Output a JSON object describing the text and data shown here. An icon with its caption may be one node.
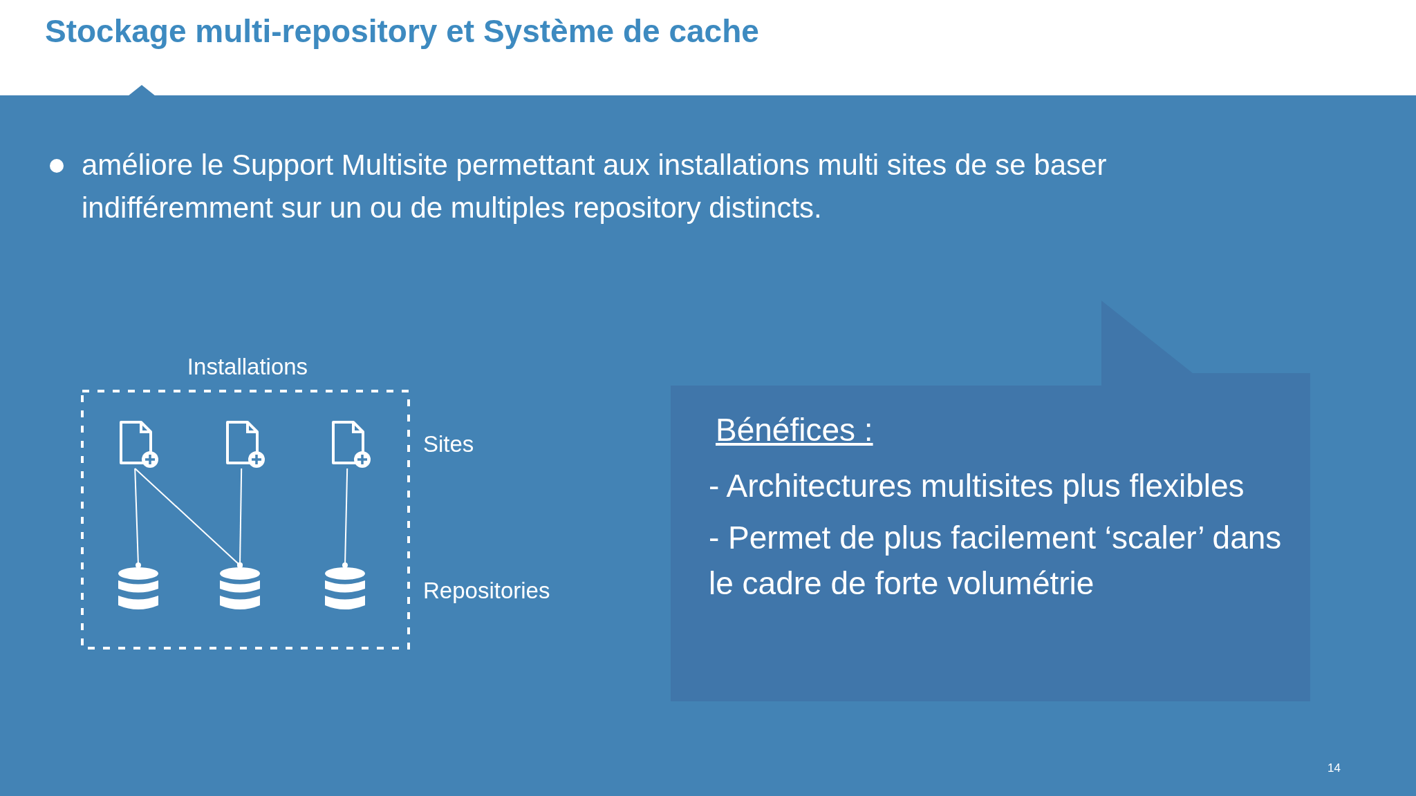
{
  "diagram": {
    "title": "Stockage multi-repository et Système de cache",
    "nodes": [
      {
        "text": [
          "Installations"
        ]
      },
      {
        "text": [],
        "shape": "document",
        "in": 0
      },
      {
        "text": [],
        "shape": "document",
        "in": 0
      },
      {
        "text": [],
        "shape": "document",
        "in": 0
      },
      {
        "text": [],
        "shape": "cylinder",
        "in": 0
      },
      {
        "text": [],
        "shape": "cylinder",
        "in": 0
      },
      {
        "text": [],
        "shape": "cylinder",
        "in": 0
      },
      {
        "text": [
          "Bénéfices :",
          "- Architectures multisites plus flexibles",
          "- Permet de plus facilement ‘scaler’ dans le cadre de forte volumétrie"
        ]
      }
    ],
    "edges": [
      {
        "from": 1,
        "to": 4,
        "arrow": "other"
      },
      {
        "from": 1,
        "to": 5,
        "arrow": "other"
      },
      {
        "from": 2,
        "to": 5,
        "arrow": "other"
      },
      {
        "from": 3,
        "to": 6,
        "arrow": "other"
      }
    ],
    "labels": [
      "améliore le Support Multisite permettant aux installations multi sites de se baser indifféremment sur un ou de multiples repository distincts.",
      "Sites",
      "Repositories",
      "14"
    ]
  }
}
